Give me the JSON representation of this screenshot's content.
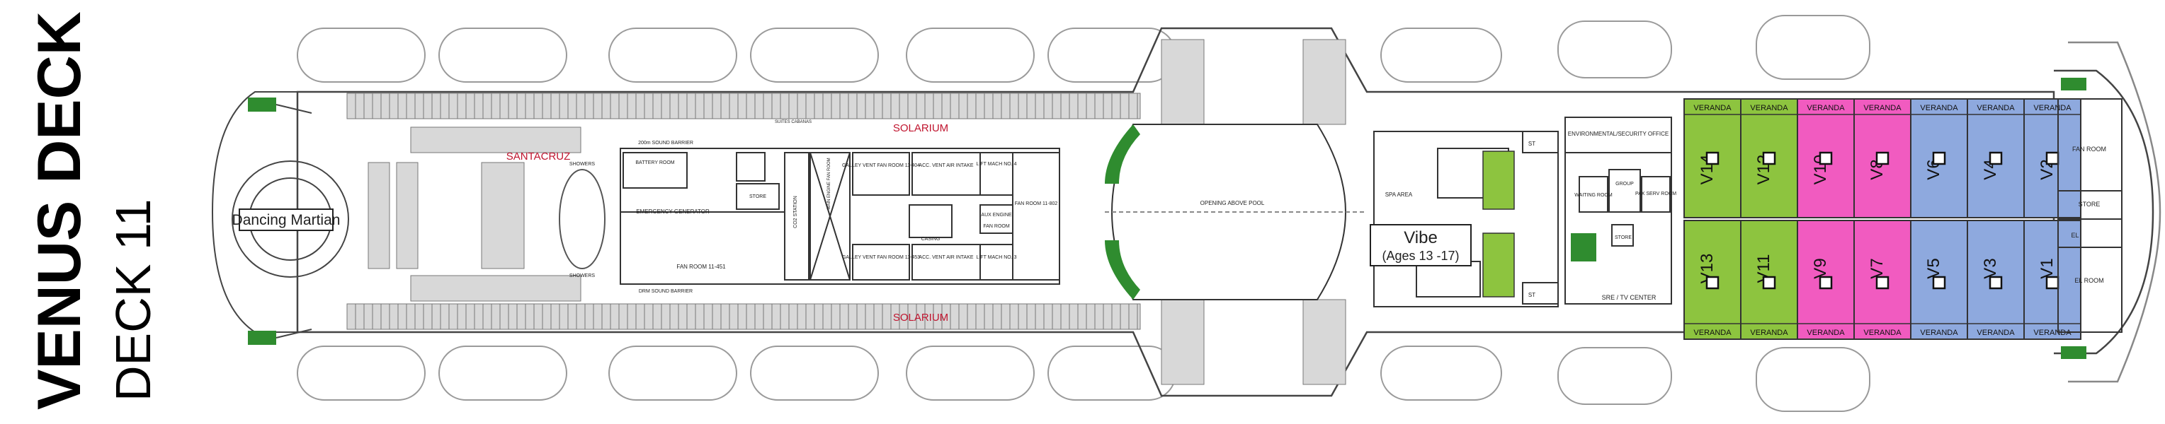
{
  "title": {
    "deck_name": "VENUS DECK",
    "deck_number": "DECK 11"
  },
  "colors": {
    "green": "#8dc43f",
    "magenta": "#f15bc0",
    "blue": "#8ea9de",
    "red_text": "#c0142e",
    "dark_green": "#2f8c2f",
    "outline": "#555555"
  },
  "areas": {
    "dancing_martian": "Dancing Martian",
    "santacruz": "SANTACRUZ",
    "solarium_top": "SOLARIUM",
    "solarium_bottom": "SOLARIUM",
    "vibe_title": "Vibe",
    "vibe_ages": "(Ages 13 -17)"
  },
  "small_labels": {
    "sound_barrier_top": "200m SOUND BARRIER",
    "sound_barrier_bottom": "DRM SOUND BARRIER",
    "battery_room": "BATTERY ROOM",
    "emergency_generator": "EMERGENCY GENERATOR",
    "fan_room_451": "FAN ROOM 11-451",
    "store": "STORE",
    "co2_station": "CO2 STATION",
    "main_engine_fan_room": "MAIN ENGINE FAN ROOM",
    "galley_vent_top": "GALLEY VENT FAN ROOM 11-404",
    "acc_vent_top": "ACC. VENT AIR INTAKE",
    "lift_mach_4": "LIFT MACH NO. 4",
    "fan_room_802": "FAN ROOM 11-802",
    "aux_engine": "AUX ENGINE",
    "fan_room": "FAN ROOM",
    "casing": "CASING",
    "galley_vent_bottom": "GALLEY VENT FAN ROOM 11-453",
    "acc_vent_bottom": "ACC. VENT AIR INTAKE",
    "lift_mach_3": "LIFT MACH NO. 3",
    "opening_above_pool": "OPENING ABOVE POOL",
    "spa_area": "SPA AREA",
    "st": "ST",
    "env_security_office": "ENVIRONMENTAL/SECURITY OFFICE",
    "waiting_room": "WAITING ROOM",
    "group_room": "GROUP",
    "pax_serv_room": "PAX SERV ROOM",
    "sre_tv_center": "SRE / TV CENTER",
    "fan_room_fwd": "FAN ROOM",
    "store_fwd": "STORE",
    "el": "EL",
    "el_room": "EL ROOM",
    "showers_top": "SHOWERS",
    "showers_bottom": "SHOWERS",
    "suites_cabanas": "SUITES CABANAS"
  },
  "cabins": {
    "veranda_label": "VERANDA",
    "top_row": [
      {
        "id": "V14",
        "color": "green"
      },
      {
        "id": "V12",
        "color": "green"
      },
      {
        "id": "V10",
        "color": "magenta"
      },
      {
        "id": "V8",
        "color": "magenta"
      },
      {
        "id": "V6",
        "color": "blue"
      },
      {
        "id": "V4",
        "color": "blue"
      },
      {
        "id": "V2",
        "color": "blue"
      }
    ],
    "bottom_row": [
      {
        "id": "V13",
        "color": "green"
      },
      {
        "id": "V11",
        "color": "green"
      },
      {
        "id": "V9",
        "color": "magenta"
      },
      {
        "id": "V7",
        "color": "magenta"
      },
      {
        "id": "V5",
        "color": "blue"
      },
      {
        "id": "V3",
        "color": "blue"
      },
      {
        "id": "V1",
        "color": "blue"
      }
    ]
  }
}
